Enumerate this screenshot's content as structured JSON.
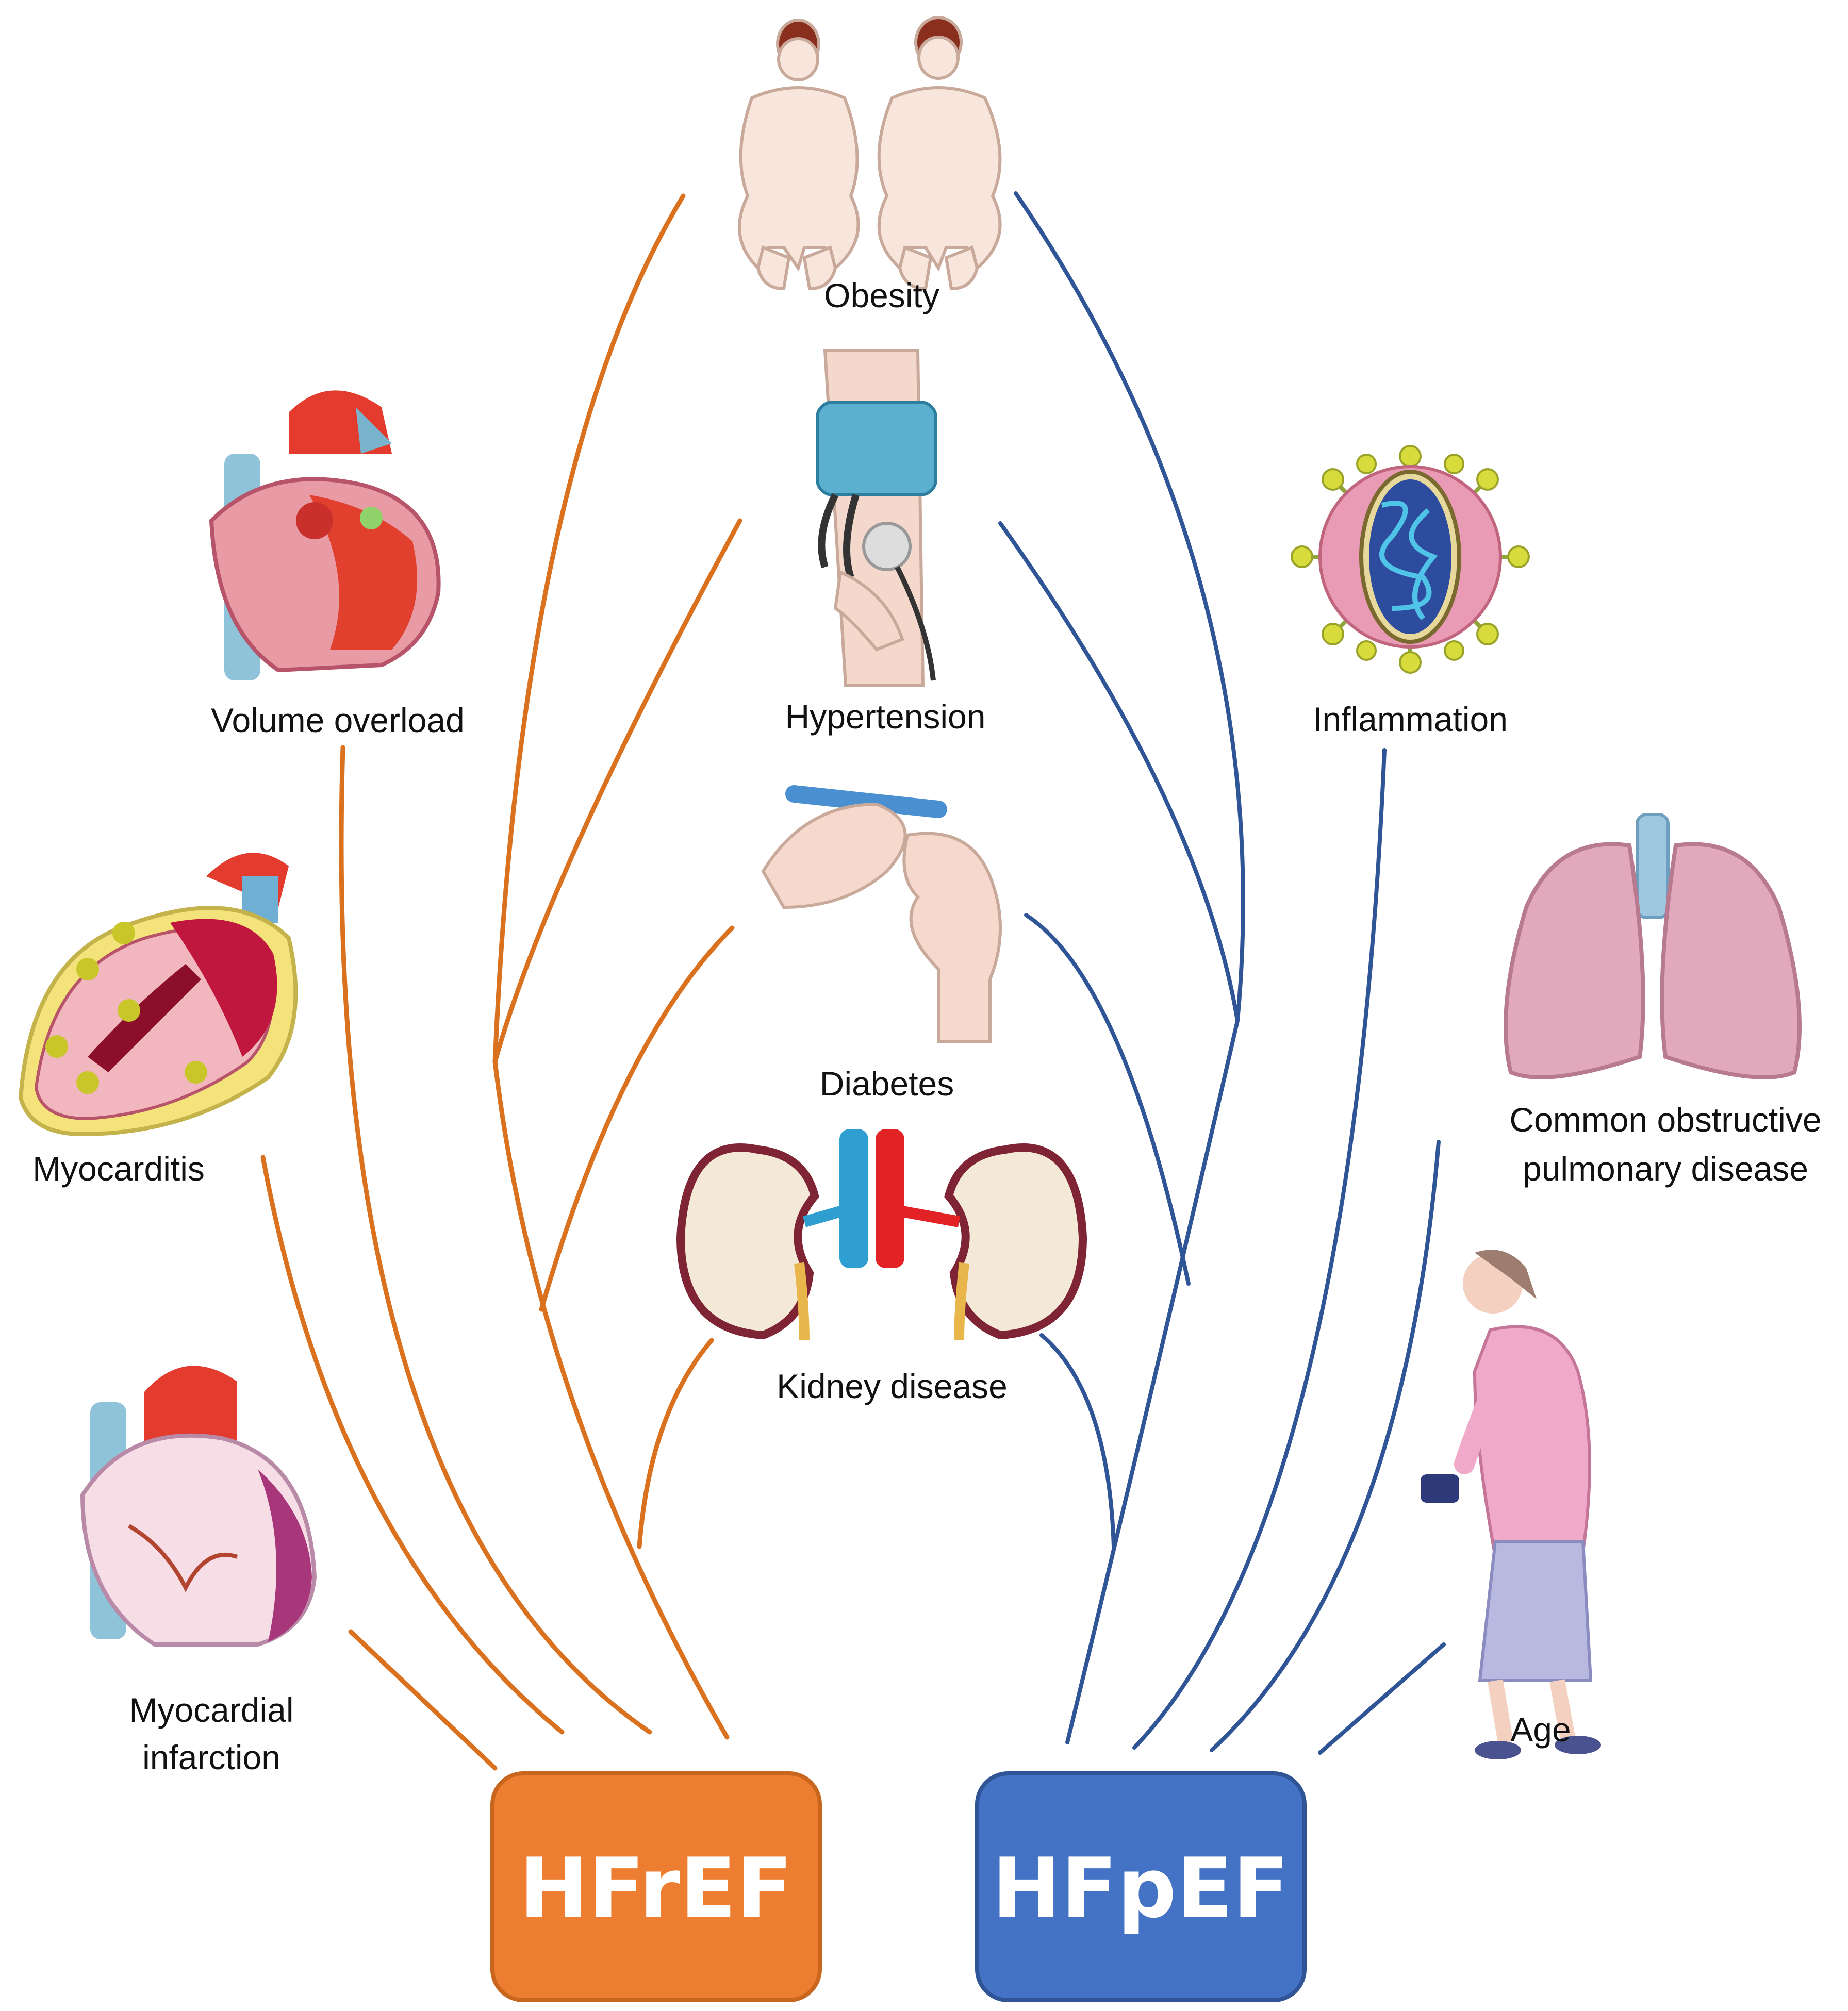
{
  "diagram": {
    "outcomes": {
      "hfref": {
        "label": "HFrEF",
        "color": "#ED7D31",
        "border": "#C9661E"
      },
      "hfpef": {
        "label": "HFpEF",
        "color": "#4472C4",
        "border": "#2F5597"
      }
    },
    "arrow_colors": {
      "hfref": "#D9711F",
      "hfpef": "#2F5597"
    },
    "factors": {
      "obesity": "Obesity",
      "volume_overload": "Volume overload",
      "hypertension": "Hypertension",
      "inflammation": "Inflammation",
      "diabetes": "Diabetes",
      "myocarditis": "Myocarditis",
      "copd_line1": "Common obstructive",
      "copd_line2": "pulmonary disease",
      "kidney_disease": "Kidney disease",
      "age": "Age",
      "mi_line1": "Myocardial",
      "mi_line2": "infarction"
    },
    "icons": [
      "obesity-icon",
      "heart-volume-overload-icon",
      "blood-pressure-cuff-icon",
      "virus-inflammation-icon",
      "insulin-pen-icon",
      "heart-myocarditis-icon",
      "lungs-icon",
      "kidneys-icon",
      "elderly-woman-icon",
      "heart-infarction-icon"
    ]
  }
}
